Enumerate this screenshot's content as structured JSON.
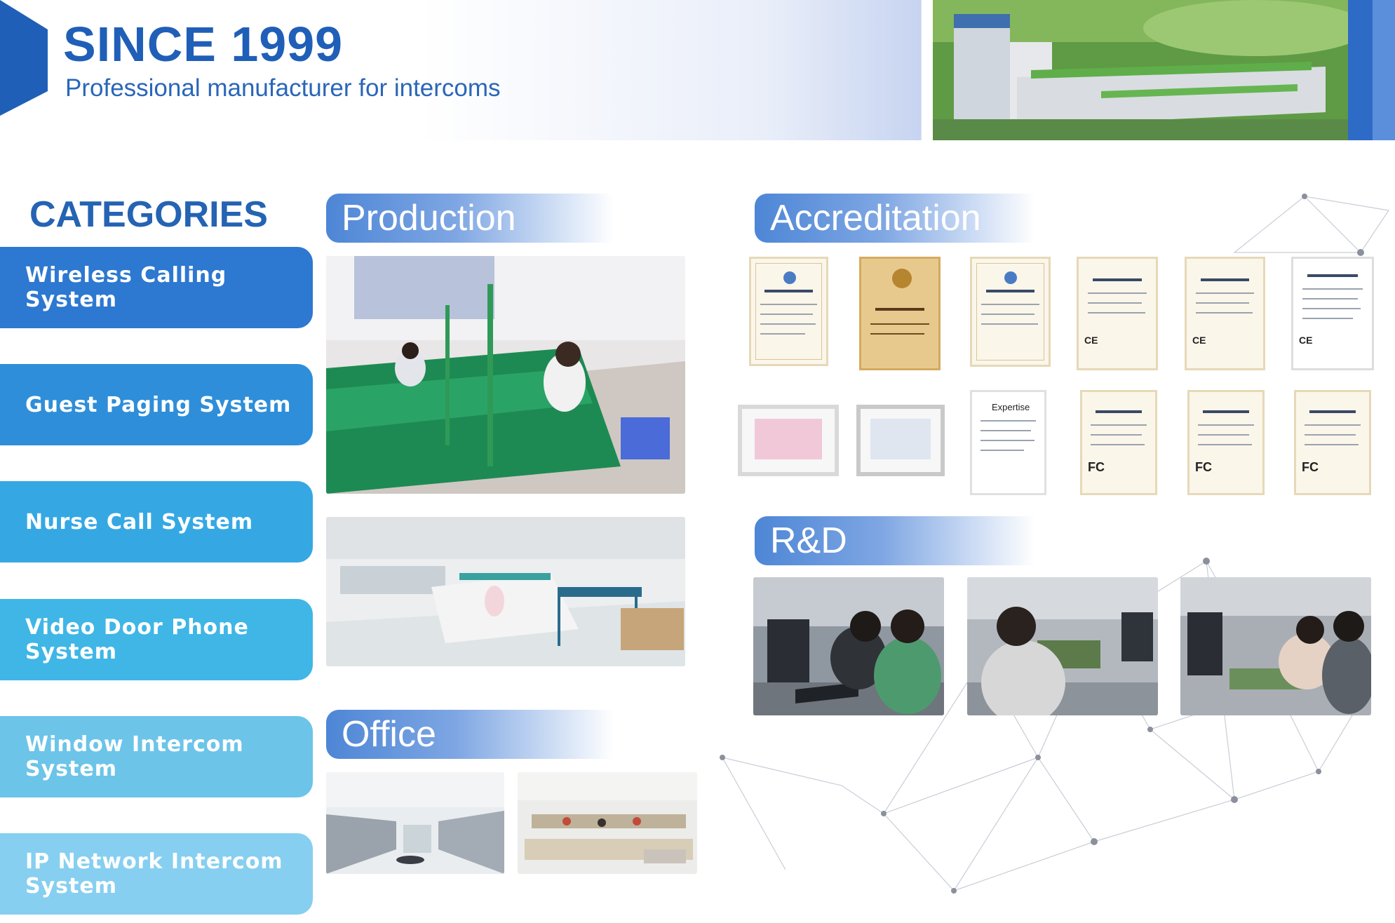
{
  "header": {
    "title": "SINCE 1999",
    "tagline": "Professional manufacturer for intercoms"
  },
  "categories": {
    "title": "CATEGORIES",
    "items": [
      {
        "label": "Wireless Calling System",
        "color": "#2d78d0"
      },
      {
        "label": "Guest Paging System",
        "color": "#2e8ed9"
      },
      {
        "label": "Nurse Call System",
        "color": "#35a8e4"
      },
      {
        "label": "Video Door Phone System",
        "color": "#3fb6e6"
      },
      {
        "label": "Window Intercom System",
        "color": "#6cc4e9"
      },
      {
        "label": "IP Network Intercom System",
        "color": "#86cff0"
      }
    ]
  },
  "sections": {
    "production": "Production",
    "office": "Office",
    "accreditation": "Accreditation",
    "rd": "R&D"
  },
  "certificates": {
    "expertise_label": "Expertise",
    "fc_mark": "FC",
    "ce_mark": "CE"
  },
  "colors": {
    "brand_blue": "#1f5fb8",
    "section_header_start": "#4d86d6",
    "section_header_end": "#ffffff"
  }
}
